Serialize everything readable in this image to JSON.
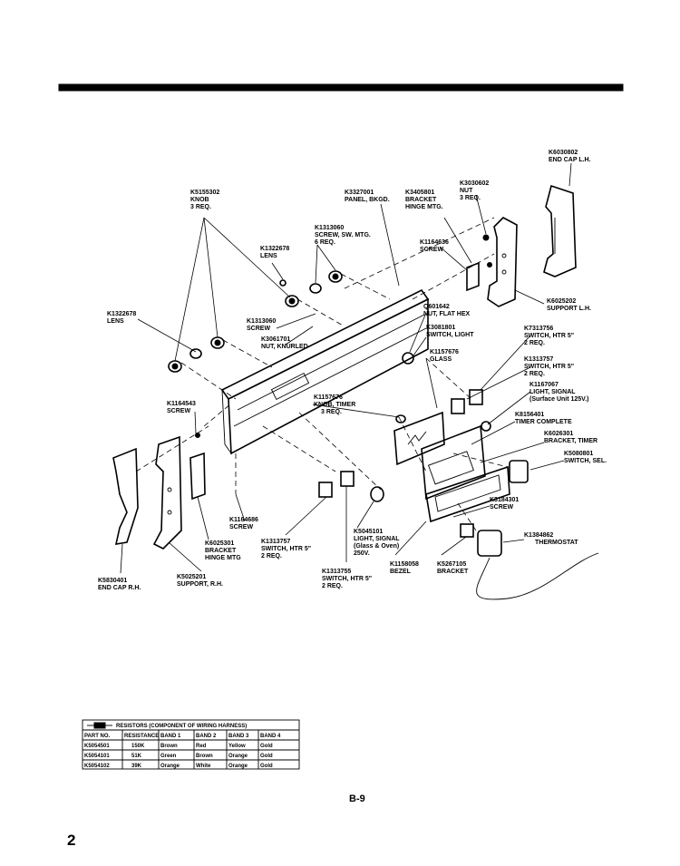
{
  "page": {
    "sheet_code": "B-9",
    "page_number": "2"
  },
  "labels": [
    {
      "id": "endcap-lh",
      "part": "K6030802",
      "desc": [
        "END CAP L.H."
      ]
    },
    {
      "id": "nut-top",
      "part": "K3030602",
      "desc": [
        "NUT",
        "3 REQ."
      ]
    },
    {
      "id": "bracket-hinge-top",
      "part": "K3405801",
      "desc": [
        "BRACKET",
        "HINGE MTG."
      ]
    },
    {
      "id": "panel-bkgd",
      "part": "K3327001",
      "desc": [
        "PANEL, BKGD."
      ]
    },
    {
      "id": "knob-top",
      "part": "K5155302",
      "desc": [
        "KNOB",
        "3 REQ."
      ]
    },
    {
      "id": "screw-sw-mtg",
      "part": "K1313060",
      "desc": [
        "SCREW, SW. MTG.",
        "6 REQ."
      ]
    },
    {
      "id": "lens-top",
      "part": "K1322678",
      "desc": [
        "LENS"
      ]
    },
    {
      "id": "screw-top-right",
      "part": "K1164636",
      "desc": [
        "SCREW"
      ]
    },
    {
      "id": "lens-left",
      "part": "K1322678",
      "desc": [
        "LENS"
      ]
    },
    {
      "id": "support-lh",
      "part": "K6025202",
      "desc": [
        "SUPPORT L.H."
      ]
    },
    {
      "id": "nut-flat-hex",
      "part": "Q601642",
      "desc": [
        "NUT, FLAT HEX"
      ]
    },
    {
      "id": "screw-mid",
      "part": "K1313060",
      "desc": [
        "SCREW"
      ]
    },
    {
      "id": "switch-light",
      "part": "K3081801",
      "desc": [
        "SWITCH, LIGHT"
      ]
    },
    {
      "id": "nut-knurled",
      "part": "K3061701",
      "desc": [
        "NUT, KNURLED"
      ]
    },
    {
      "id": "switch-htr-2a",
      "part": "K7313756",
      "desc": [
        "SWITCH, HTR 5\"",
        "2 REQ."
      ]
    },
    {
      "id": "glass",
      "part": "K1157676",
      "desc": [
        "GLASS"
      ]
    },
    {
      "id": "switch-htr-2b",
      "part": "K1313757",
      "desc": [
        "SWITCH, HTR 5\"",
        "2 REQ."
      ]
    },
    {
      "id": "screw-left",
      "part": "K1164543",
      "desc": [
        "SCREW"
      ]
    },
    {
      "id": "knob-timer",
      "part": "K1157676",
      "desc": [
        "KNOB, TIMER",
        "3 REQ."
      ]
    },
    {
      "id": "light-signal-top",
      "part": "K1167067",
      "desc": [
        "LIGHT, SIGNAL",
        "(Surface Unit 125V.)"
      ]
    },
    {
      "id": "timer-complete",
      "part": "K8156401",
      "desc": [
        "TIMER COMPLETE"
      ]
    },
    {
      "id": "bracket-timer",
      "part": "K6026301",
      "desc": [
        "BRACKET, TIMER"
      ]
    },
    {
      "id": "switch-sel",
      "part": "K5080801",
      "desc": [
        "SWITCH, SEL."
      ]
    },
    {
      "id": "screw-timer",
      "part": "K3184301",
      "desc": [
        "SCREW"
      ]
    },
    {
      "id": "thermostat",
      "part": "K1384862",
      "desc": [
        "THERMOSTAT"
      ]
    },
    {
      "id": "screw-bottom",
      "part": "K1164686",
      "desc": [
        "SCREW"
      ]
    },
    {
      "id": "bracket-hinge-bottom",
      "part": "K6025301",
      "desc": [
        "BRACKET",
        "HINGE MTG"
      ]
    },
    {
      "id": "switch-htr-bottom-a",
      "part": "K1313757",
      "desc": [
        "SWITCH, HTR 5\"",
        "2 REQ."
      ]
    },
    {
      "id": "light-signal-bottom",
      "part": "K5045101",
      "desc": [
        "LIGHT, SIGNAL",
        "(Glass & Oven)",
        "250V."
      ]
    },
    {
      "id": "bezel",
      "part": "K1158058",
      "desc": [
        "BEZEL"
      ]
    },
    {
      "id": "bracket-therm",
      "part": "K5267105",
      "desc": [
        "BRACKET"
      ]
    },
    {
      "id": "switch-htr-bottom-b",
      "part": "K1313755",
      "desc": [
        "SWITCH, HTR 5\"",
        "2 REQ."
      ]
    },
    {
      "id": "support-rh",
      "part": "K5025201",
      "desc": [
        "SUPPORT, R.H."
      ]
    },
    {
      "id": "endcap-rh",
      "part": "K5830401",
      "desc": [
        "END CAP R.H."
      ]
    }
  ],
  "resistor_table": {
    "title": "RESISTORS (COMPONENT OF WIRING HARNESS)",
    "headers": [
      "PART NO.",
      "RESISTANCE",
      "BAND 1",
      "BAND 2",
      "BAND 3",
      "BAND 4"
    ],
    "rows": [
      [
        "K5054501",
        "150K",
        "Brown",
        "Red",
        "Yellow",
        "Gold"
      ],
      [
        "K5054101",
        "51K",
        "Green",
        "Brown",
        "Orange",
        "Gold"
      ],
      [
        "K5054102",
        "39K",
        "Orange",
        "White",
        "Orange",
        "Gold"
      ]
    ]
  }
}
